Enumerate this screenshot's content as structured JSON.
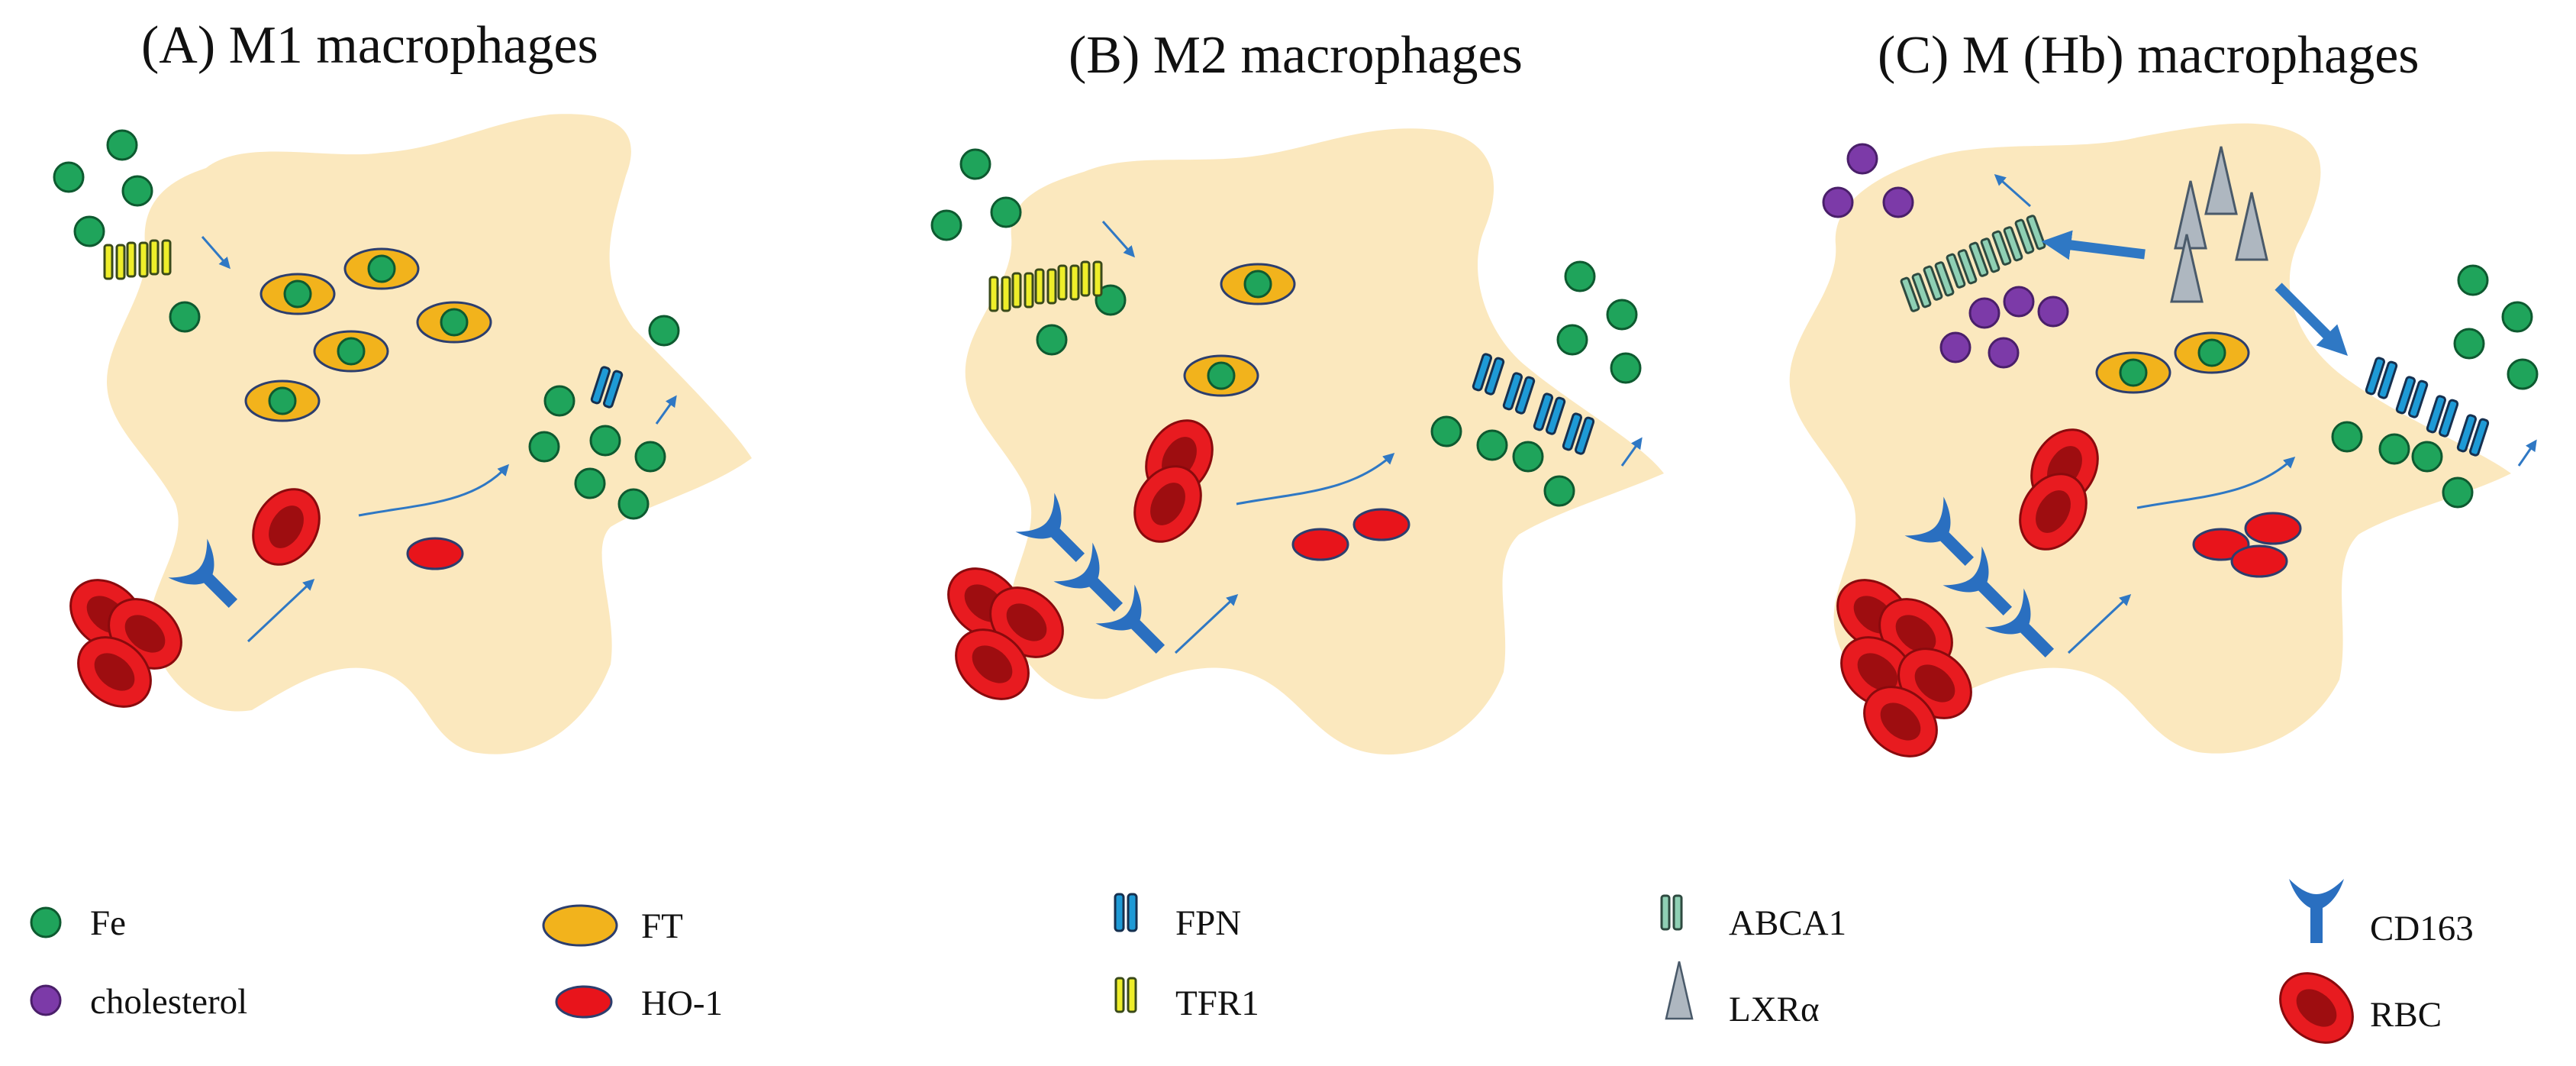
{
  "panels": [
    {
      "id": "m1",
      "title": "(A) M1 macrophages"
    },
    {
      "id": "m2",
      "title": "(B) M2 macrophages"
    },
    {
      "id": "mhb",
      "title": "(C) M (Hb) macrophages"
    }
  ],
  "legend": {
    "fe": "Fe",
    "cholesterol": "cholesterol",
    "ft": "FT",
    "ho1": "HO-1",
    "fpn": "FPN",
    "tfr1": "TFR1",
    "abca1": "ABCA1",
    "lxra": "LXRα",
    "cd163": "CD163",
    "rbc": "RBC"
  },
  "colors": {
    "cell": "#FBE8BE",
    "fe": "#1FA45B",
    "cholesterol": "#7C3AA8",
    "ft": "#F2B31C",
    "ho1": "#E8141B",
    "fpn": "#1E9AD6",
    "tfr1": "#EEEE2A",
    "abca1": "#8FD0B4",
    "lxra": "#AEB7C0",
    "cd163": "#2A6FC0",
    "rbc": "#E81B20",
    "rbc_inner": "#9E0D10",
    "arrow": "#2F78C4"
  },
  "icons": [
    "fe-icon",
    "cholesterol-icon",
    "ferritin-icon",
    "ho1-icon",
    "ferroportin-icon",
    "tfr1-icon",
    "abca1-icon",
    "lxr-alpha-icon",
    "cd163-receptor-icon",
    "red-blood-cell-icon"
  ]
}
